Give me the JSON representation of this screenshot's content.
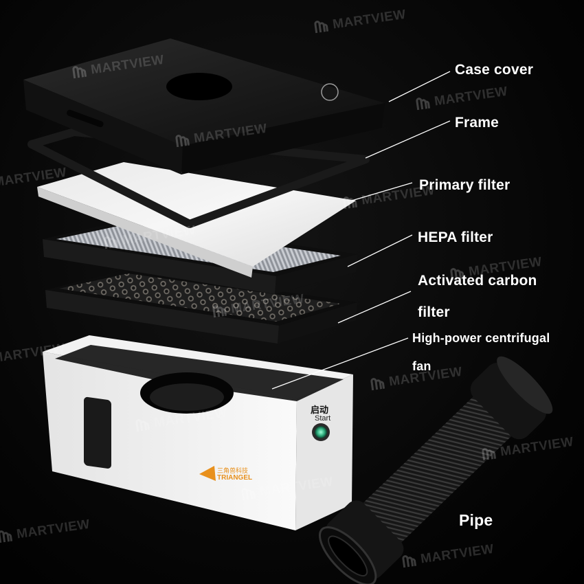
{
  "callouts": [
    {
      "id": "case-cover",
      "text": "Case cover"
    },
    {
      "id": "frame",
      "text": "Frame"
    },
    {
      "id": "primary-filter",
      "text": "Primary filter"
    },
    {
      "id": "hepa-filter",
      "text": "HEPA filter"
    },
    {
      "id": "activated-carbon-1",
      "text": "Activated carbon"
    },
    {
      "id": "activated-carbon-2",
      "text": "filter"
    },
    {
      "id": "fan-1",
      "text": "High-power centrifugal"
    },
    {
      "id": "fan-2",
      "text": "fan"
    },
    {
      "id": "pipe",
      "text": "Pipe"
    }
  ],
  "device": {
    "button_label_cn": "启动",
    "button_label_en": "Start",
    "brand_name": "TRIANGEL",
    "brand_name_cn": "三角兽科技"
  },
  "watermark": {
    "text": "MARTVIEW",
    "icon": "m-logo-icon"
  },
  "colors": {
    "background": "#000000",
    "label": "#ffffff",
    "leader": "#ffffff",
    "brand": "#e8901c"
  }
}
